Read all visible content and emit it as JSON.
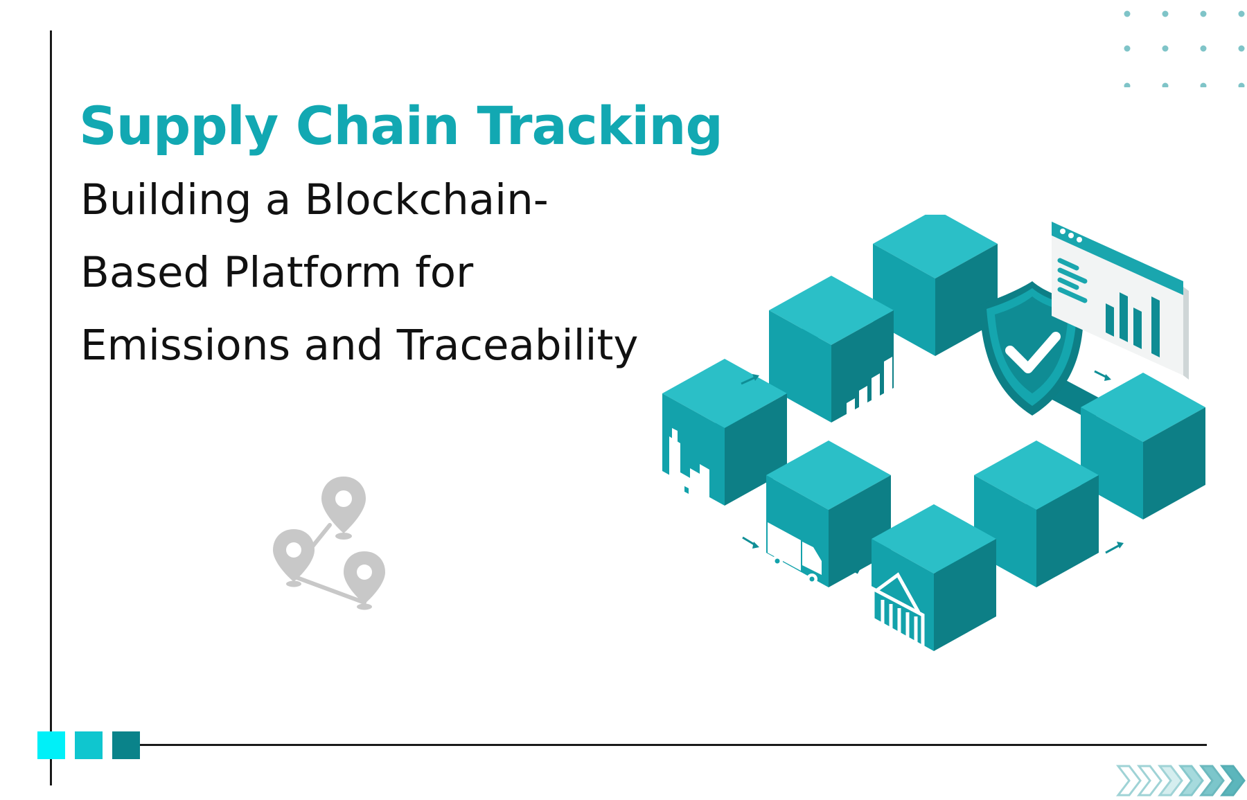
{
  "slide": {
    "title": "Supply Chain Tracking",
    "subtitle_lines": [
      "Building a Blockchain-",
      "Based Platform for",
      "Emissions and Traceability"
    ]
  },
  "colors": {
    "accent": "#12a8b2",
    "teal_dark": "#0f7f86",
    "teal_mid": "#13a1aa",
    "teal_light": "#2cc0c8",
    "square_1": "#00f0f8",
    "square_2": "#0fc6cf",
    "square_3": "#0a838a",
    "text": "#111111",
    "rule": "#1a1a1a",
    "icon_gray": "#c8c8c8"
  },
  "icons": [
    "factory-icon",
    "truck-icon",
    "shipping-container-icon",
    "bar-chart-icon",
    "shield-check-icon",
    "dashboard-window-icon",
    "map-route-icon",
    "chevrons-right-icon",
    "dot-grid-decoration"
  ]
}
